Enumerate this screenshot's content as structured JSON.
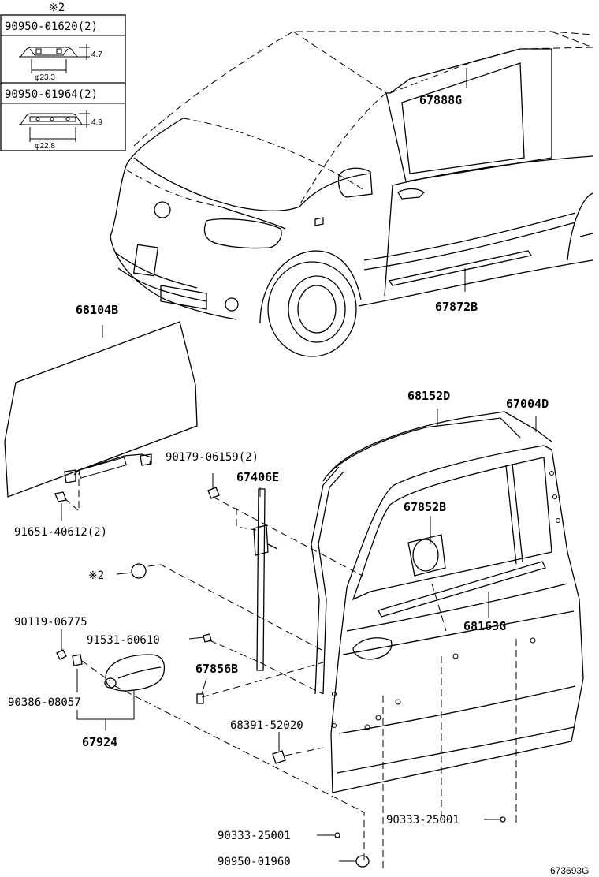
{
  "legend": {
    "mark": "※2",
    "item1": {
      "part": "90950-01620(2)",
      "height": "4.7",
      "diameter": "φ23.3"
    },
    "item2": {
      "part": "90950-01964(2)",
      "height": "4.9",
      "diameter": "φ22.8"
    }
  },
  "labels": {
    "l67888G": "67888G",
    "l67872B": "67872B",
    "l68104B": "68104B",
    "l68152D": "68152D",
    "l67004D": "67004D",
    "l90179": "90179-06159(2)",
    "l67406E": "67406E",
    "l67852B": "67852B",
    "l91651": "91651-40612(2)",
    "lmark2": "※2",
    "l90119": "90119-06775",
    "l91531": "91531-60610",
    "l68163G": "68163G",
    "l67856B": "67856B",
    "l90386": "90386-08057",
    "l67924": "67924",
    "l68391": "68391-52020",
    "l90333a": "90333-25001",
    "l90333b": "90333-25001",
    "l90950": "90950-01960",
    "drawing_no": "673693G"
  }
}
